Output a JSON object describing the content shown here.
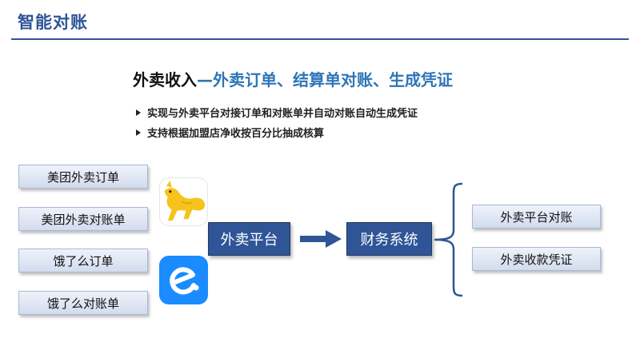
{
  "header": {
    "title": "智能对账"
  },
  "slide": {
    "title_lead": "外卖收入",
    "title_rest": "—外卖订单、结算单对账、生成凭证",
    "bullets": [
      "实现与外卖平台对接订单和对账单并自动对账自动生成凭证",
      "支持根据加盟店净收按百分比抽成核算"
    ]
  },
  "sources": [
    "美团外卖订单",
    "美团外卖对账单",
    "饿了么订单",
    "饿了么对账单"
  ],
  "logos": {
    "meituan_icon": "meituan-kangaroo-icon",
    "eleme_icon": "eleme-e-icon"
  },
  "flow": {
    "platform": "外卖平台",
    "finance": "财务系统"
  },
  "outputs": [
    "外卖平台对账",
    "外卖收款凭证"
  ],
  "colors": {
    "accent": "#2f5597",
    "title_highlight": "#2e75b6",
    "eleme_blue": "#1a8cff",
    "meituan_yellow": "#f7c21b"
  }
}
